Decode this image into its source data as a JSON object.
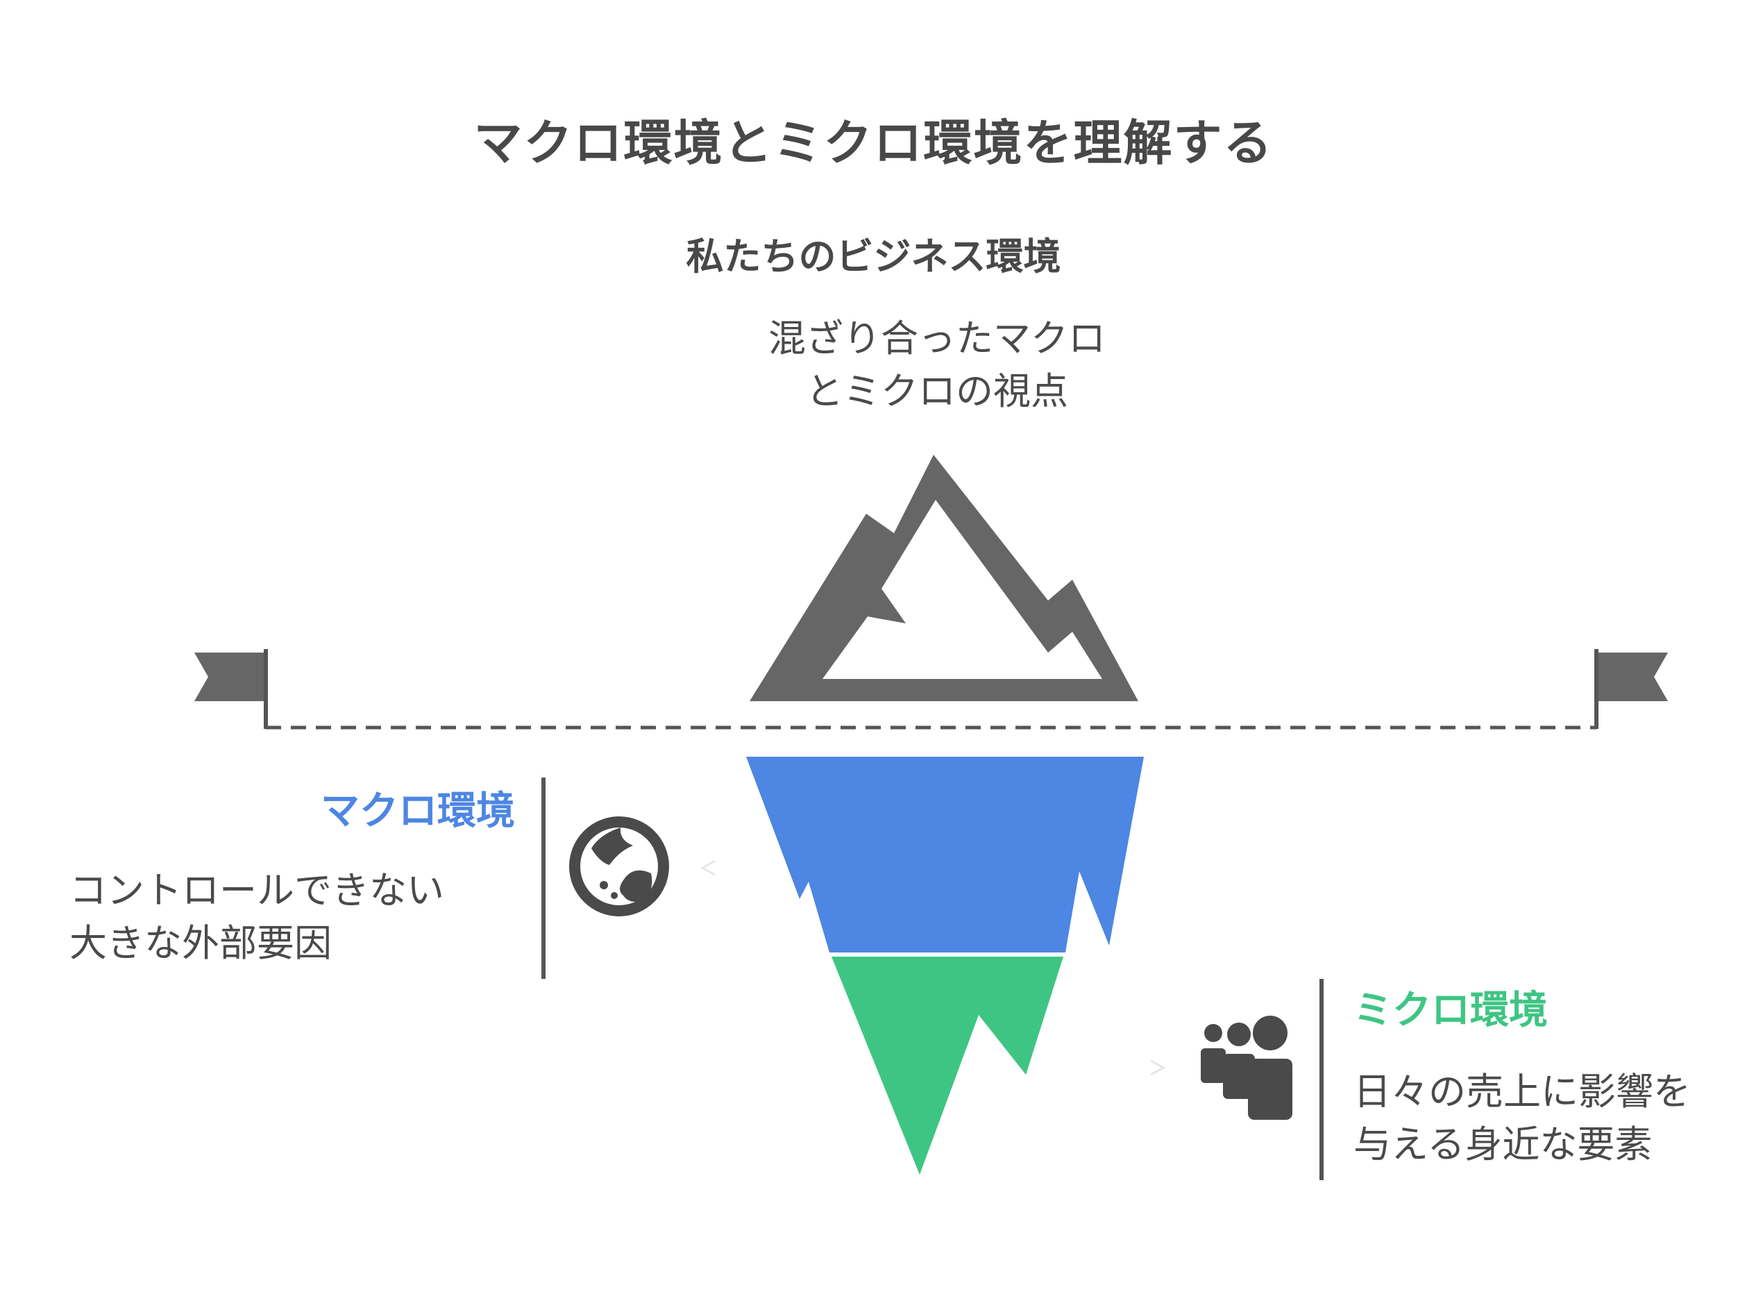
{
  "diagram": {
    "title": "マクロ環境とミクロ環境を理解する",
    "top": {
      "heading": "私たちのビジネス環境",
      "description_lines": [
        "混ざり合ったマクロ",
        "とミクロの視点"
      ]
    },
    "macro": {
      "label": "マクロ環境",
      "description_lines": [
        "コントロールできない",
        "大きな外部要因"
      ],
      "icon": "globe-icon"
    },
    "micro": {
      "label": "ミクロ環境",
      "description_lines": [
        "日々の売上に影響を",
        "与える身近な要素"
      ],
      "icon": "people-icon"
    }
  },
  "colors": {
    "text": "#4a4a4a",
    "mountain": "#666666",
    "macro": "#4d86e3",
    "micro": "#3ec583",
    "line": "#555555"
  }
}
